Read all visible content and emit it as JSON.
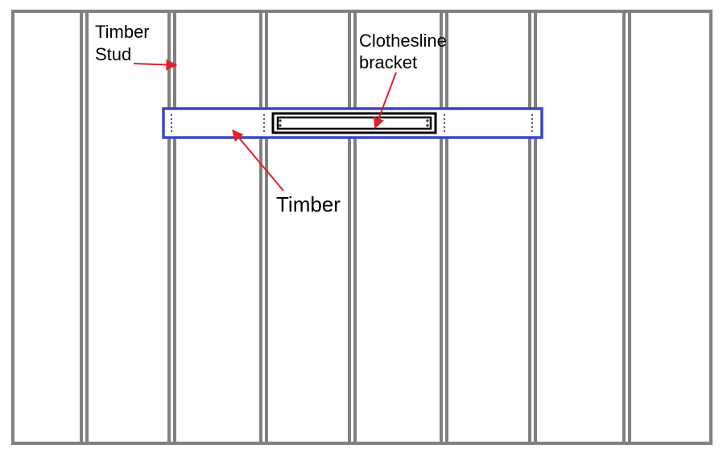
{
  "labels": {
    "timber_stud_line1": "Timber",
    "timber_stud_line2": "Stud",
    "bracket_line1": "Clothesline",
    "bracket_line2": "bracket",
    "timber": "Timber"
  },
  "colors": {
    "frame": "#808080",
    "timber_outline": "#3b46c4",
    "bracket": "#000000",
    "arrow": "#e0202a",
    "text": "#000000",
    "background": "#ffffff"
  },
  "stud_count": 7
}
